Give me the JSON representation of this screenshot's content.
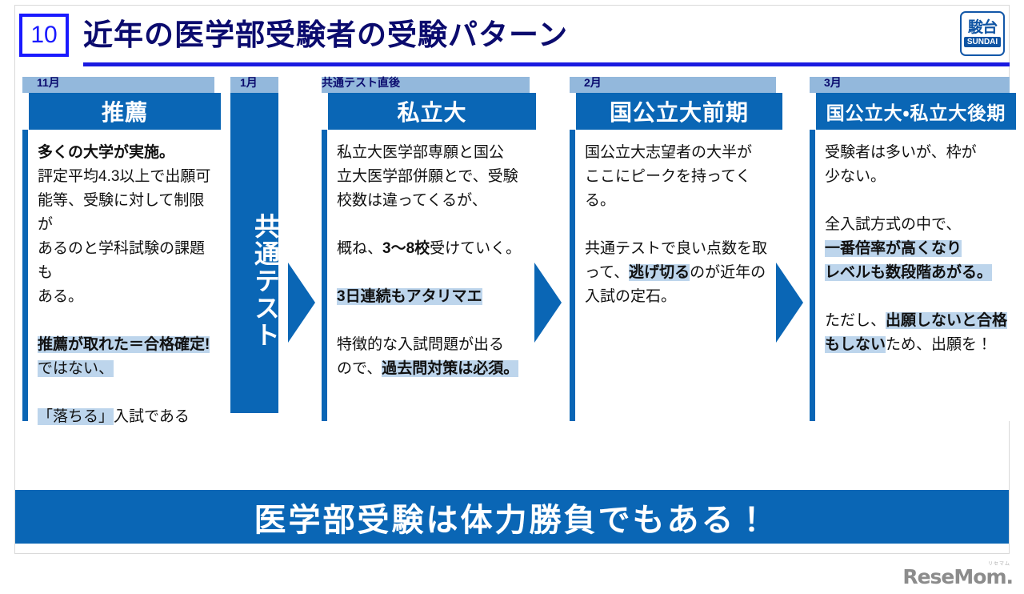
{
  "slide": {
    "number": "10",
    "title": "近年の医学部受験者の受験パターン",
    "logo": {
      "kanji": "駿台",
      "roman": "SUNDAI"
    },
    "banner": "医学部受験は体力勝負でもある！",
    "watermark": {
      "main": "ReseMom.",
      "sub": "リセマム"
    }
  },
  "colors": {
    "primary_blue": "#0a66b5",
    "light_blue_tab": "#93b8dc",
    "highlight": "#bdd5ec",
    "title_navy": "#0b0b6e",
    "number_blue": "#1a1aff"
  },
  "columns": [
    {
      "month": "11月",
      "header": "推薦",
      "paragraphs": [
        {
          "lines": [
            {
              "segments": [
                {
                  "text": "多くの大学が実施。",
                  "bold": true,
                  "highlight": false
                }
              ]
            },
            {
              "segments": [
                {
                  "text": "評定平均4.3以上で出願可",
                  "bold": false,
                  "highlight": false
                }
              ]
            },
            {
              "segments": [
                {
                  "text": "能等、受験に対して制限が",
                  "bold": false,
                  "highlight": false
                }
              ]
            },
            {
              "segments": [
                {
                  "text": "あるのと学科試験の課題も",
                  "bold": false,
                  "highlight": false
                }
              ]
            },
            {
              "segments": [
                {
                  "text": "ある。",
                  "bold": false,
                  "highlight": false
                }
              ]
            }
          ]
        },
        {
          "lines": [
            {
              "segments": [
                {
                  "text": "推薦が取れた＝合格確定!",
                  "bold": true,
                  "highlight": true
                }
              ]
            },
            {
              "segments": [
                {
                  "text": "ではない、",
                  "bold": false,
                  "highlight": true
                }
              ]
            }
          ]
        },
        {
          "lines": [
            {
              "segments": [
                {
                  "text": "「落ちる」",
                  "bold": false,
                  "highlight": true
                },
                {
                  "text": "入試である",
                  "bold": false,
                  "highlight": false
                }
              ]
            }
          ]
        }
      ]
    },
    {
      "month": "1月",
      "vertical_header": "共通テスト"
    },
    {
      "month": "共通テスト直後",
      "header": "私立大",
      "paragraphs": [
        {
          "lines": [
            {
              "segments": [
                {
                  "text": "私立大医学部専願と国公",
                  "bold": false,
                  "highlight": false
                }
              ]
            },
            {
              "segments": [
                {
                  "text": "立大医学部併願とで、受験",
                  "bold": false,
                  "highlight": false
                }
              ]
            },
            {
              "segments": [
                {
                  "text": "校数は違ってくるが、",
                  "bold": false,
                  "highlight": false
                }
              ]
            }
          ]
        },
        {
          "lines": [
            {
              "segments": [
                {
                  "text": "概ね、",
                  "bold": false,
                  "highlight": false
                },
                {
                  "text": "3～8校",
                  "bold": true,
                  "highlight": false
                },
                {
                  "text": "受けていく。",
                  "bold": false,
                  "highlight": false
                }
              ]
            }
          ]
        },
        {
          "lines": [
            {
              "segments": [
                {
                  "text": "3日連続もアタリマエ",
                  "bold": true,
                  "highlight": true
                }
              ]
            }
          ]
        },
        {
          "lines": [
            {
              "segments": [
                {
                  "text": "特徴的な入試問題が出る",
                  "bold": false,
                  "highlight": false
                }
              ]
            },
            {
              "segments": [
                {
                  "text": "ので、",
                  "bold": false,
                  "highlight": false
                },
                {
                  "text": "過去問対策は必須。",
                  "bold": true,
                  "highlight": true
                }
              ]
            }
          ]
        }
      ]
    },
    {
      "month": "2月",
      "header": "国公立大前期",
      "paragraphs": [
        {
          "lines": [
            {
              "segments": [
                {
                  "text": "国公立大志望者の大半が",
                  "bold": false,
                  "highlight": false
                }
              ]
            },
            {
              "segments": [
                {
                  "text": "ここにピークを持ってくる。",
                  "bold": false,
                  "highlight": false
                }
              ]
            }
          ]
        },
        {
          "lines": [
            {
              "segments": [
                {
                  "text": "共通テストで良い点数を取",
                  "bold": false,
                  "highlight": false
                }
              ]
            },
            {
              "segments": [
                {
                  "text": "って、",
                  "bold": false,
                  "highlight": false
                },
                {
                  "text": "逃げ切る",
                  "bold": true,
                  "highlight": true
                },
                {
                  "text": "のが近年の",
                  "bold": false,
                  "highlight": false
                }
              ]
            },
            {
              "segments": [
                {
                  "text": "入試の定石。",
                  "bold": false,
                  "highlight": false
                }
              ]
            }
          ]
        }
      ]
    },
    {
      "month": "3月",
      "header": "国公立大・私立大後期",
      "paragraphs": [
        {
          "lines": [
            {
              "segments": [
                {
                  "text": "受験者は多いが、枠が",
                  "bold": false,
                  "highlight": false
                }
              ]
            },
            {
              "segments": [
                {
                  "text": "少ない。",
                  "bold": false,
                  "highlight": false
                }
              ]
            }
          ]
        },
        {
          "lines": [
            {
              "segments": [
                {
                  "text": "全入試方式の中で、",
                  "bold": false,
                  "highlight": false
                }
              ]
            },
            {
              "segments": [
                {
                  "text": "一番倍率が高くなり",
                  "bold": true,
                  "highlight": true
                }
              ]
            },
            {
              "segments": [
                {
                  "text": "レベルも数段階あがる。",
                  "bold": true,
                  "highlight": true
                }
              ]
            }
          ]
        },
        {
          "lines": [
            {
              "segments": [
                {
                  "text": "ただし、",
                  "bold": false,
                  "highlight": false
                },
                {
                  "text": "出願しないと合格",
                  "bold": true,
                  "highlight": true
                }
              ]
            },
            {
              "segments": [
                {
                  "text": "もしない",
                  "bold": true,
                  "highlight": true
                },
                {
                  "text": "ため、出願を！",
                  "bold": false,
                  "highlight": false
                }
              ]
            }
          ]
        }
      ]
    }
  ]
}
